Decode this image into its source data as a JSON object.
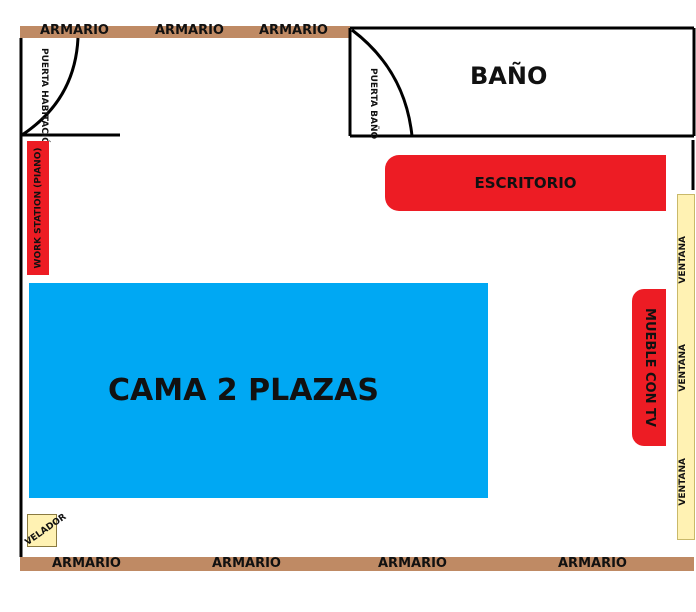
{
  "armarios_top": [
    "ARMARIO",
    "ARMARIO",
    "ARMARIO"
  ],
  "armarios_bottom": [
    "ARMARIO",
    "ARMARIO",
    "ARMARIO",
    "ARMARIO"
  ],
  "bano": {
    "label": "BAÑO",
    "door_label": "PUERTA BAÑO"
  },
  "puerta_habitacion": {
    "label": "PUERTA HABITACIÓN"
  },
  "escritorio": {
    "label": "ESCRITORIO"
  },
  "work_station": {
    "label": "WORK STATION (PIANO)"
  },
  "cama": {
    "label": "CAMA 2 PLAZAS"
  },
  "mueble_tv": {
    "label": "MUEBLE CON TV"
  },
  "ventanas": [
    "VENTANA",
    "VENTANA",
    "VENTANA"
  ],
  "velador": {
    "label": "VELADOR"
  },
  "colors": {
    "armario": "#bf8a64",
    "furniture_red": "#ed1c24",
    "bed_blue": "#00a8f3",
    "window_yellow": "#fff2b3",
    "wall": "#000000"
  }
}
